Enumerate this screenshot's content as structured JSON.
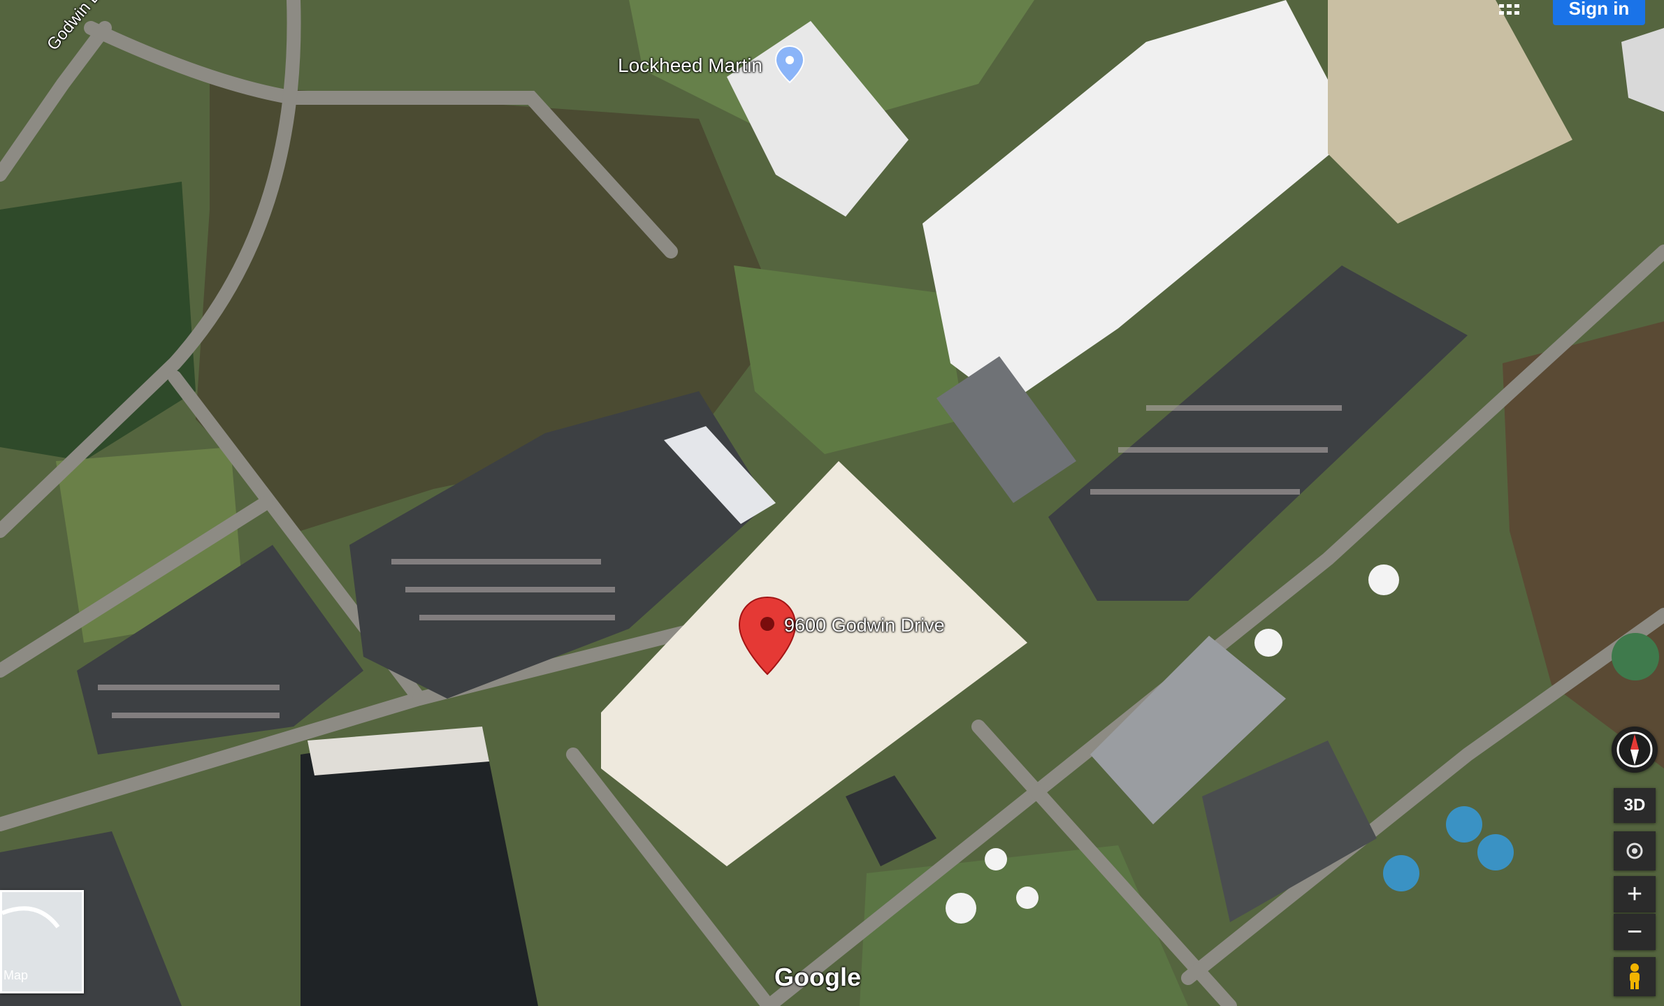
{
  "map": {
    "labels": {
      "lockheed": "Lockheed Martin",
      "address": "9600 Godwin Drive",
      "road": "Godwin Dr"
    },
    "attribution": "Google",
    "minimap_label": "Map"
  },
  "header": {
    "sign_in_label": "Sign in",
    "apps_icon": "grid-icon"
  },
  "controls": {
    "tilt_label": "3D",
    "zoom_in_label": "+",
    "zoom_out_label": "−",
    "compass_icon": "compass-icon",
    "location_icon": "my-location-icon",
    "pegman_icon": "pegman-icon"
  },
  "colors": {
    "pin": "#e53935",
    "sign_in_bg": "#1a73e8",
    "poi_pin": "#8ab4f8"
  }
}
